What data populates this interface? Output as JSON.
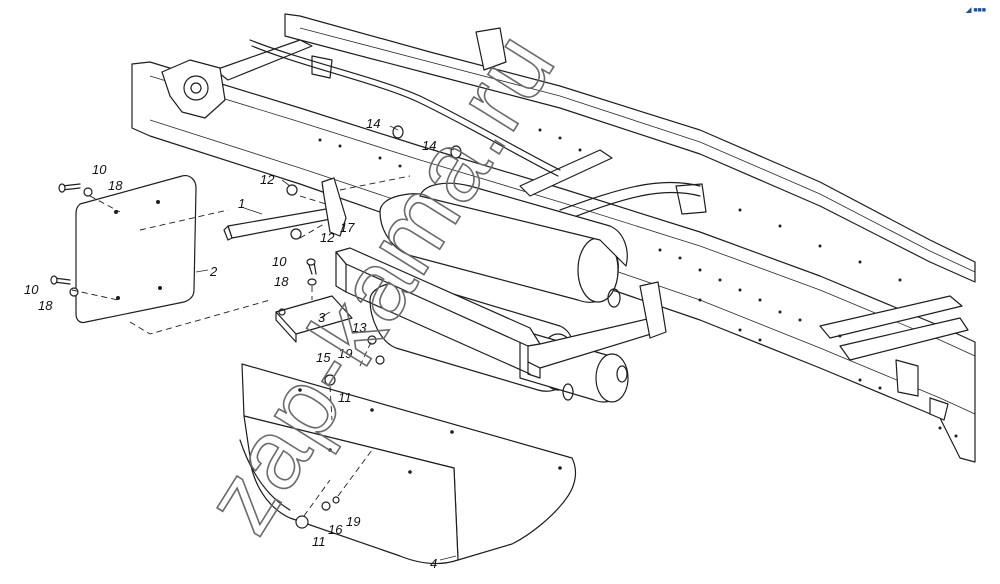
{
  "labels": {
    "p1": "1",
    "p2": "2",
    "p3": "3",
    "p4": "4",
    "p10a": "10",
    "p10b": "10",
    "p10c": "10",
    "p11a": "11",
    "p11b": "11",
    "p12a": "12",
    "p12b": "12",
    "p13": "13",
    "p14a": "14",
    "p14b": "14",
    "p15": "15",
    "p16": "16",
    "p17": "17",
    "p18a": "18",
    "p18b": "18",
    "p18c": "18",
    "p19a": "19",
    "p19b": "19"
  },
  "watermark": "zap-kama.ru",
  "corner_mark": "◢ ■■■"
}
